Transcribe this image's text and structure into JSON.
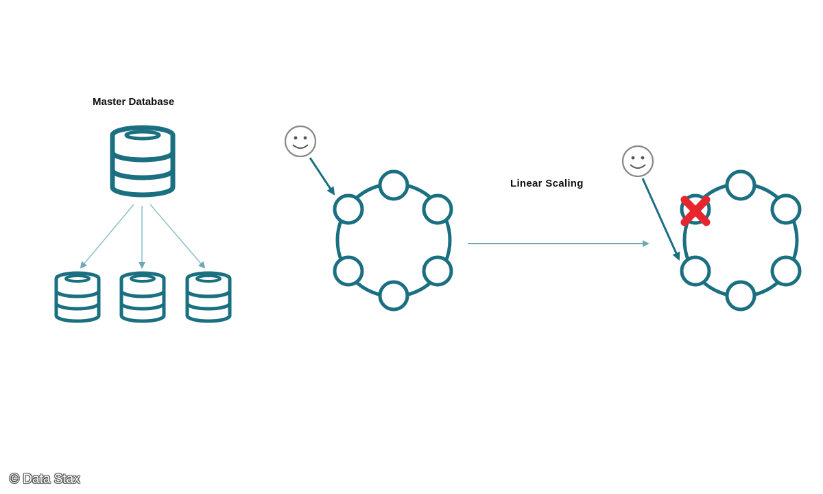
{
  "labels": {
    "master": "Master Database",
    "scaling": "Linear Scaling",
    "copyright": "© Data Stax"
  },
  "colors": {
    "teal": "#1a6f80",
    "teal_light": "#8ec3cc",
    "failure": "#e8242c",
    "face": "#888888"
  },
  "diagram": {
    "master_database": {
      "replicas": 3
    },
    "ring_before": {
      "nodes": 6,
      "failed_nodes": 0
    },
    "ring_after": {
      "nodes": 6,
      "failed_nodes": 1
    },
    "icons": [
      "database-icon",
      "smiley-icon",
      "cross-icon",
      "arrow-icon"
    ]
  }
}
